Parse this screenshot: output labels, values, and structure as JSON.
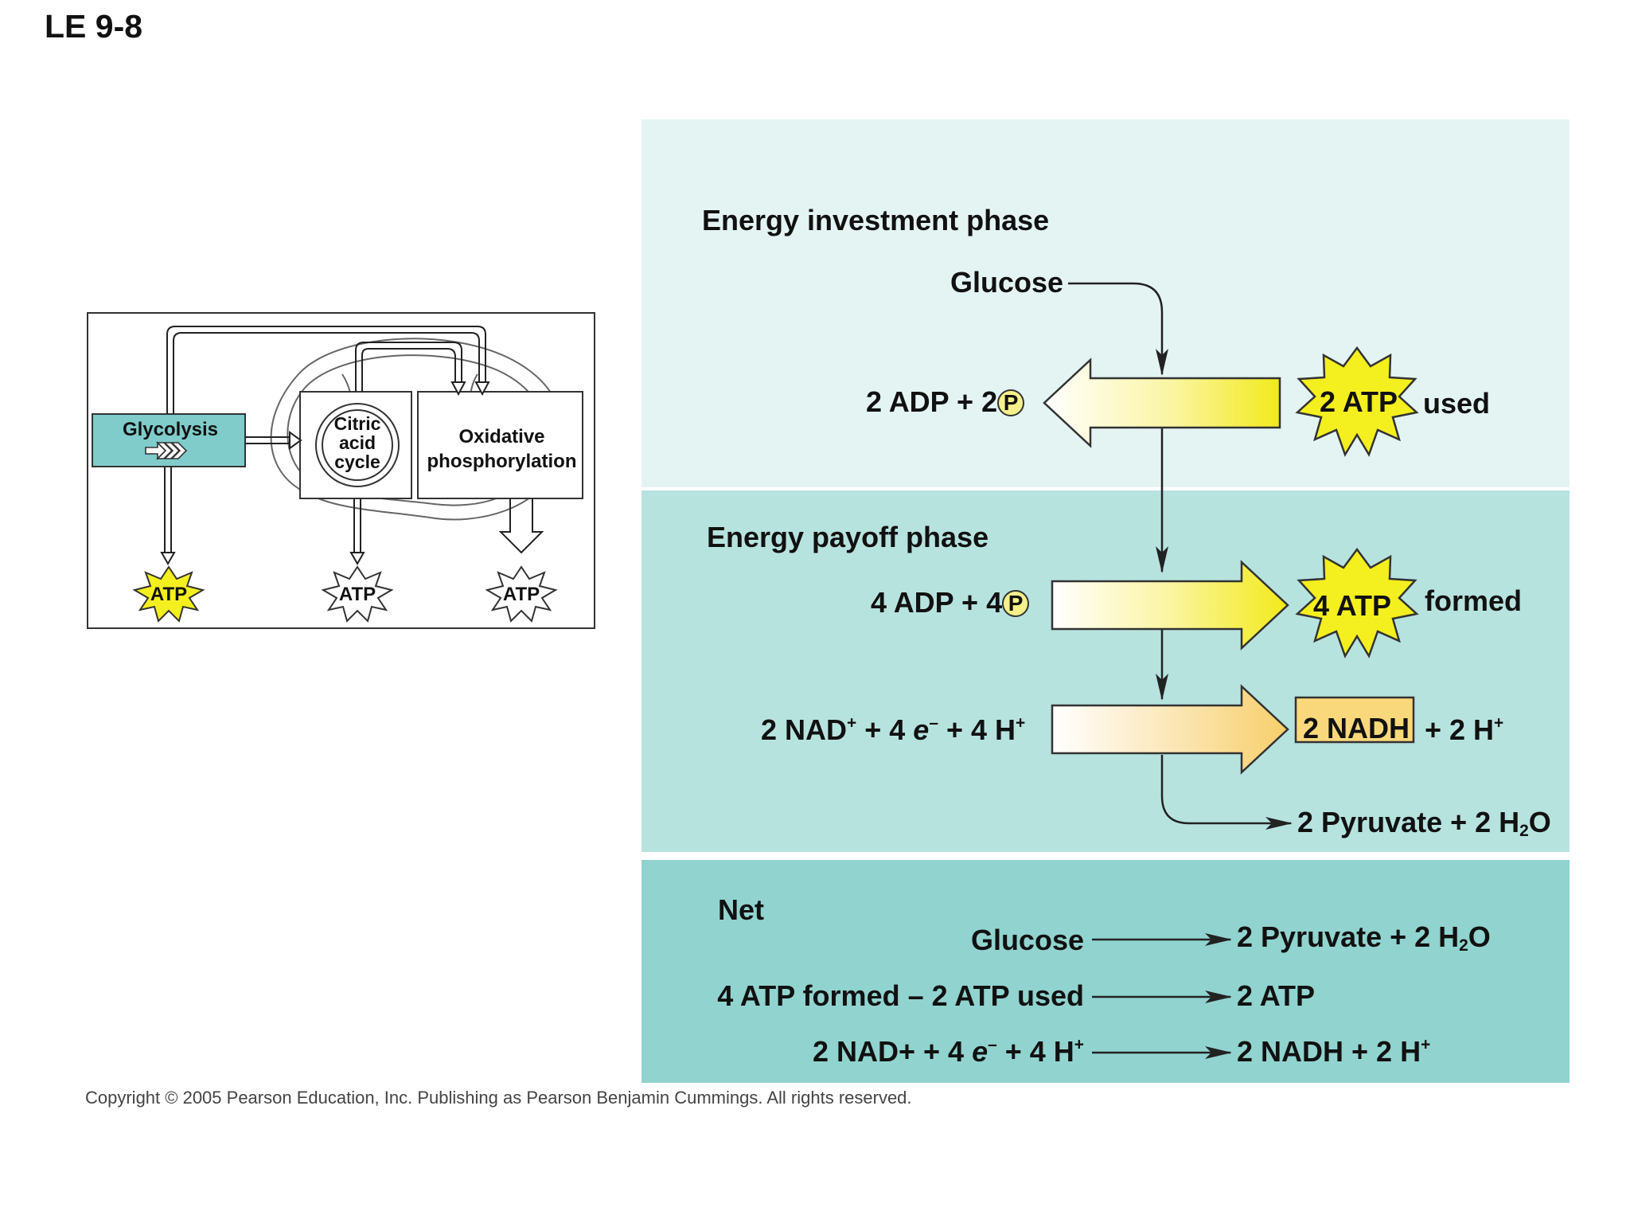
{
  "figure_label": "LE 9-8",
  "copyright": "Copyright © 2005 Pearson Education, Inc. Publishing as Pearson Benjamin Cummings. All rights reserved.",
  "overview": {
    "glycolysis": "Glycolysis",
    "citric_line1": "Citric",
    "citric_line2": "acid",
    "citric_line3": "cycle",
    "oxid_line1": "Oxidative",
    "oxid_line2": "phosphorylation",
    "atp_labels": [
      "ATP",
      "ATP",
      "ATP"
    ]
  },
  "investment": {
    "title": "Energy investment phase",
    "glucose": "Glucose",
    "adp_text": "2 ADP + 2",
    "p_symbol": "P",
    "atp_badge": "2 ATP",
    "atp_suffix": "used"
  },
  "payoff": {
    "title": "Energy payoff phase",
    "adp_text": "4 ADP + 4",
    "p_symbol": "P",
    "atp_badge": "4 ATP",
    "atp_suffix": "formed",
    "nad_prefix": "2 NAD",
    "nad_sup": "+",
    "nad_mid": " + 4 ",
    "nad_e": "e",
    "nad_e_sup": "–",
    "nad_end": " + 4 H",
    "nad_end_sup": "+",
    "nadh_box": "2 NADH",
    "nadh_suffix": "+ 2 H",
    "nadh_suffix_sup": "+",
    "pyruvate_text": "2 Pyruvate + 2 H",
    "pyruvate_sub": "2",
    "pyruvate_end": "O"
  },
  "net": {
    "title": "Net",
    "left1": "Glucose",
    "right1_text": "2 Pyruvate + 2 H",
    "right1_sub": "2",
    "right1_end": "O",
    "left2": "4 ATP formed – 2 ATP used",
    "right2": "2 ATP",
    "left3_prefix": "2 NAD+ + 4 ",
    "left3_e": "e",
    "left3_e_sup": "–",
    "left3_end": " + 4 H",
    "left3_end_sup": "+",
    "right3_text": "2 NADH + 2 H",
    "right3_sup": "+"
  },
  "colors": {
    "investment_bg": "#e3f4f3",
    "payoff_bg": "#b7e3df",
    "net_bg": "#91d3cf",
    "glycolysis_box": "#7fcccb",
    "starburst": "#f4ef1e",
    "nadh_box": "#f9d87b"
  }
}
